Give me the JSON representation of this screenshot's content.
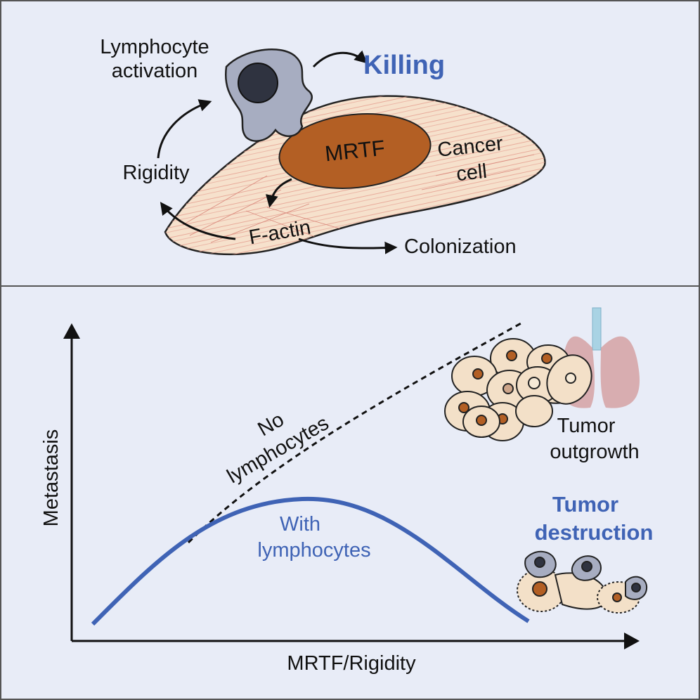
{
  "top_panel": {
    "lymphocyte_label_1": "Lymphocyte",
    "lymphocyte_label_2": "activation",
    "killing": "Killing",
    "mrtf": "MRTF",
    "cancer_1": "Cancer",
    "cancer_2": "cell",
    "rigidity": "Rigidity",
    "factin": "F-actin",
    "colonization": "Colonization"
  },
  "bottom_panel": {
    "y_axis": "Metastasis",
    "x_axis": "MRTF/Rigidity",
    "no_lymph_1": "No",
    "no_lymph_2": "lymphocytes",
    "with_lymph_1": "With",
    "with_lymph_2": "lymphocytes",
    "tumor_outgrowth_1": "Tumor",
    "tumor_outgrowth_2": "outgrowth",
    "tumor_destruction_1": "Tumor",
    "tumor_destruction_2": "destruction"
  },
  "colors": {
    "background": "#e8ecf7",
    "blue_accent": "#3f63b5",
    "cell_fill": "#f6e1cc",
    "nucleus": "#b35f24",
    "lymphocyte": "#a7adc1",
    "lung": "#d39d9e"
  },
  "chart_data": {
    "type": "line",
    "xlabel": "MRTF/Rigidity",
    "ylabel": "Metastasis",
    "series": [
      {
        "name": "No lymphocytes",
        "style": "dashed"
      },
      {
        "name": "With lymphocytes",
        "style": "solid",
        "color": "#3f63b5"
      }
    ]
  }
}
